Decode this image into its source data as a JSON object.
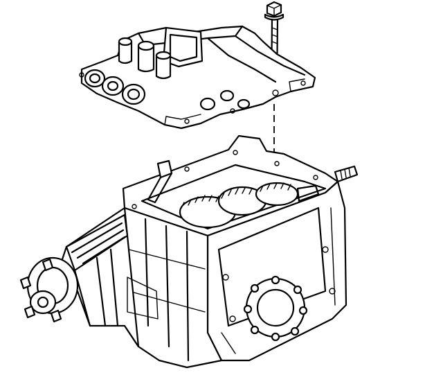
{
  "diagram": {
    "colors": {
      "line": "#000000",
      "background": "#ffffff"
    },
    "parts": [
      {
        "id": "bolt",
        "icon": "bolt-icon"
      },
      {
        "id": "shift-cover",
        "icon": "shift-cover-icon"
      },
      {
        "id": "alignment-line",
        "icon": "dashed-line-icon"
      },
      {
        "id": "transmission-case",
        "icon": "transmission-case-icon"
      },
      {
        "id": "gear-cluster",
        "icon": "gear-icon"
      },
      {
        "id": "extension-housing",
        "icon": "extension-housing-icon"
      },
      {
        "id": "output-flange",
        "icon": "flange-icon"
      },
      {
        "id": "input-shaft",
        "icon": "shaft-icon"
      },
      {
        "id": "pto-cover",
        "icon": "pto-cover-icon"
      }
    ]
  }
}
